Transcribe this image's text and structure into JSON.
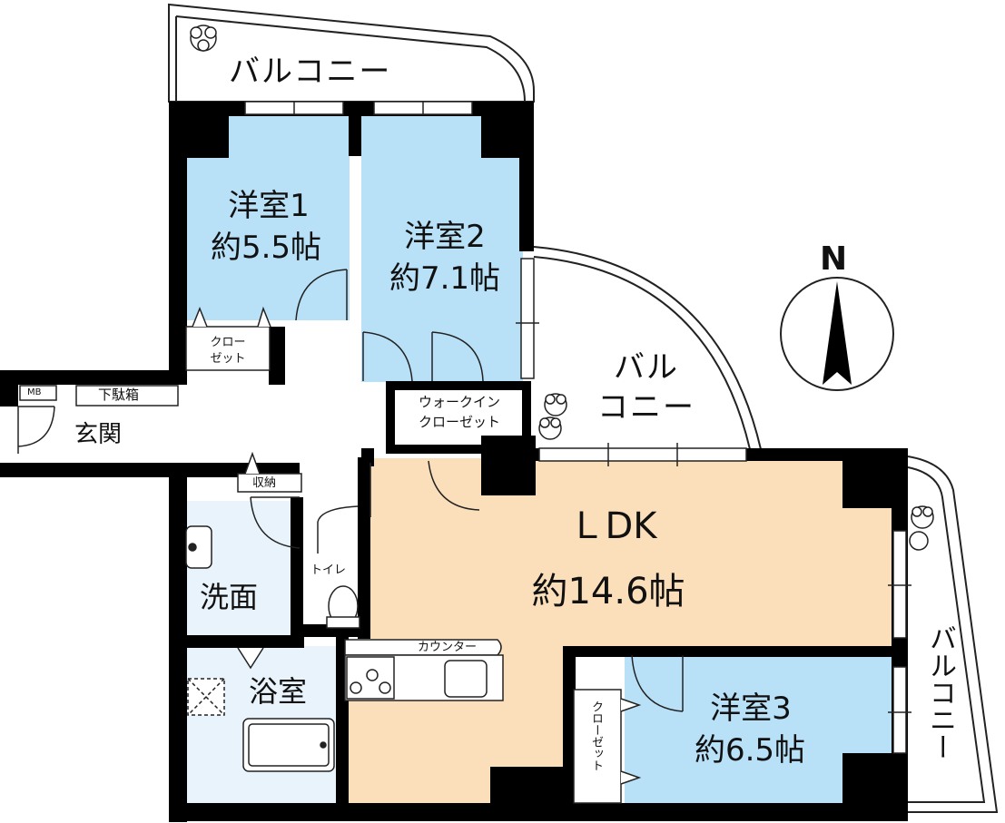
{
  "colors": {
    "wall": "#000000",
    "bedroom": "#b8e1f8",
    "ldk": "#fbdfba",
    "wet": "#e8f3fb",
    "hall": "#ffffff",
    "line": "#222222"
  },
  "compass": {
    "north": "N"
  },
  "balconies": {
    "top": "バルコニー",
    "middle_line1": "バル",
    "middle_line2": "コニー",
    "right": "バルコニー"
  },
  "rooms": {
    "bedroom1": {
      "name": "洋室1",
      "size": "約5.5帖"
    },
    "bedroom2": {
      "name": "洋室2",
      "size": "約7.1帖"
    },
    "bedroom3": {
      "name": "洋室3",
      "size": "約6.5帖"
    },
    "ldk": {
      "name": "ＬDK",
      "size": "約14.6帖"
    }
  },
  "fixtures": {
    "closet1_line1": "クロー",
    "closet1_line2": "ゼット",
    "walkin_line1": "ウォークイン",
    "walkin_line2": "クローゼット",
    "closet3": "クローゼット",
    "mb": "MB",
    "shoe_box": "下駄箱",
    "entrance": "玄関",
    "storage": "収納",
    "washroom": "洗面",
    "toilet": "トイレ",
    "bathroom": "浴室",
    "counter": "カウンター"
  }
}
